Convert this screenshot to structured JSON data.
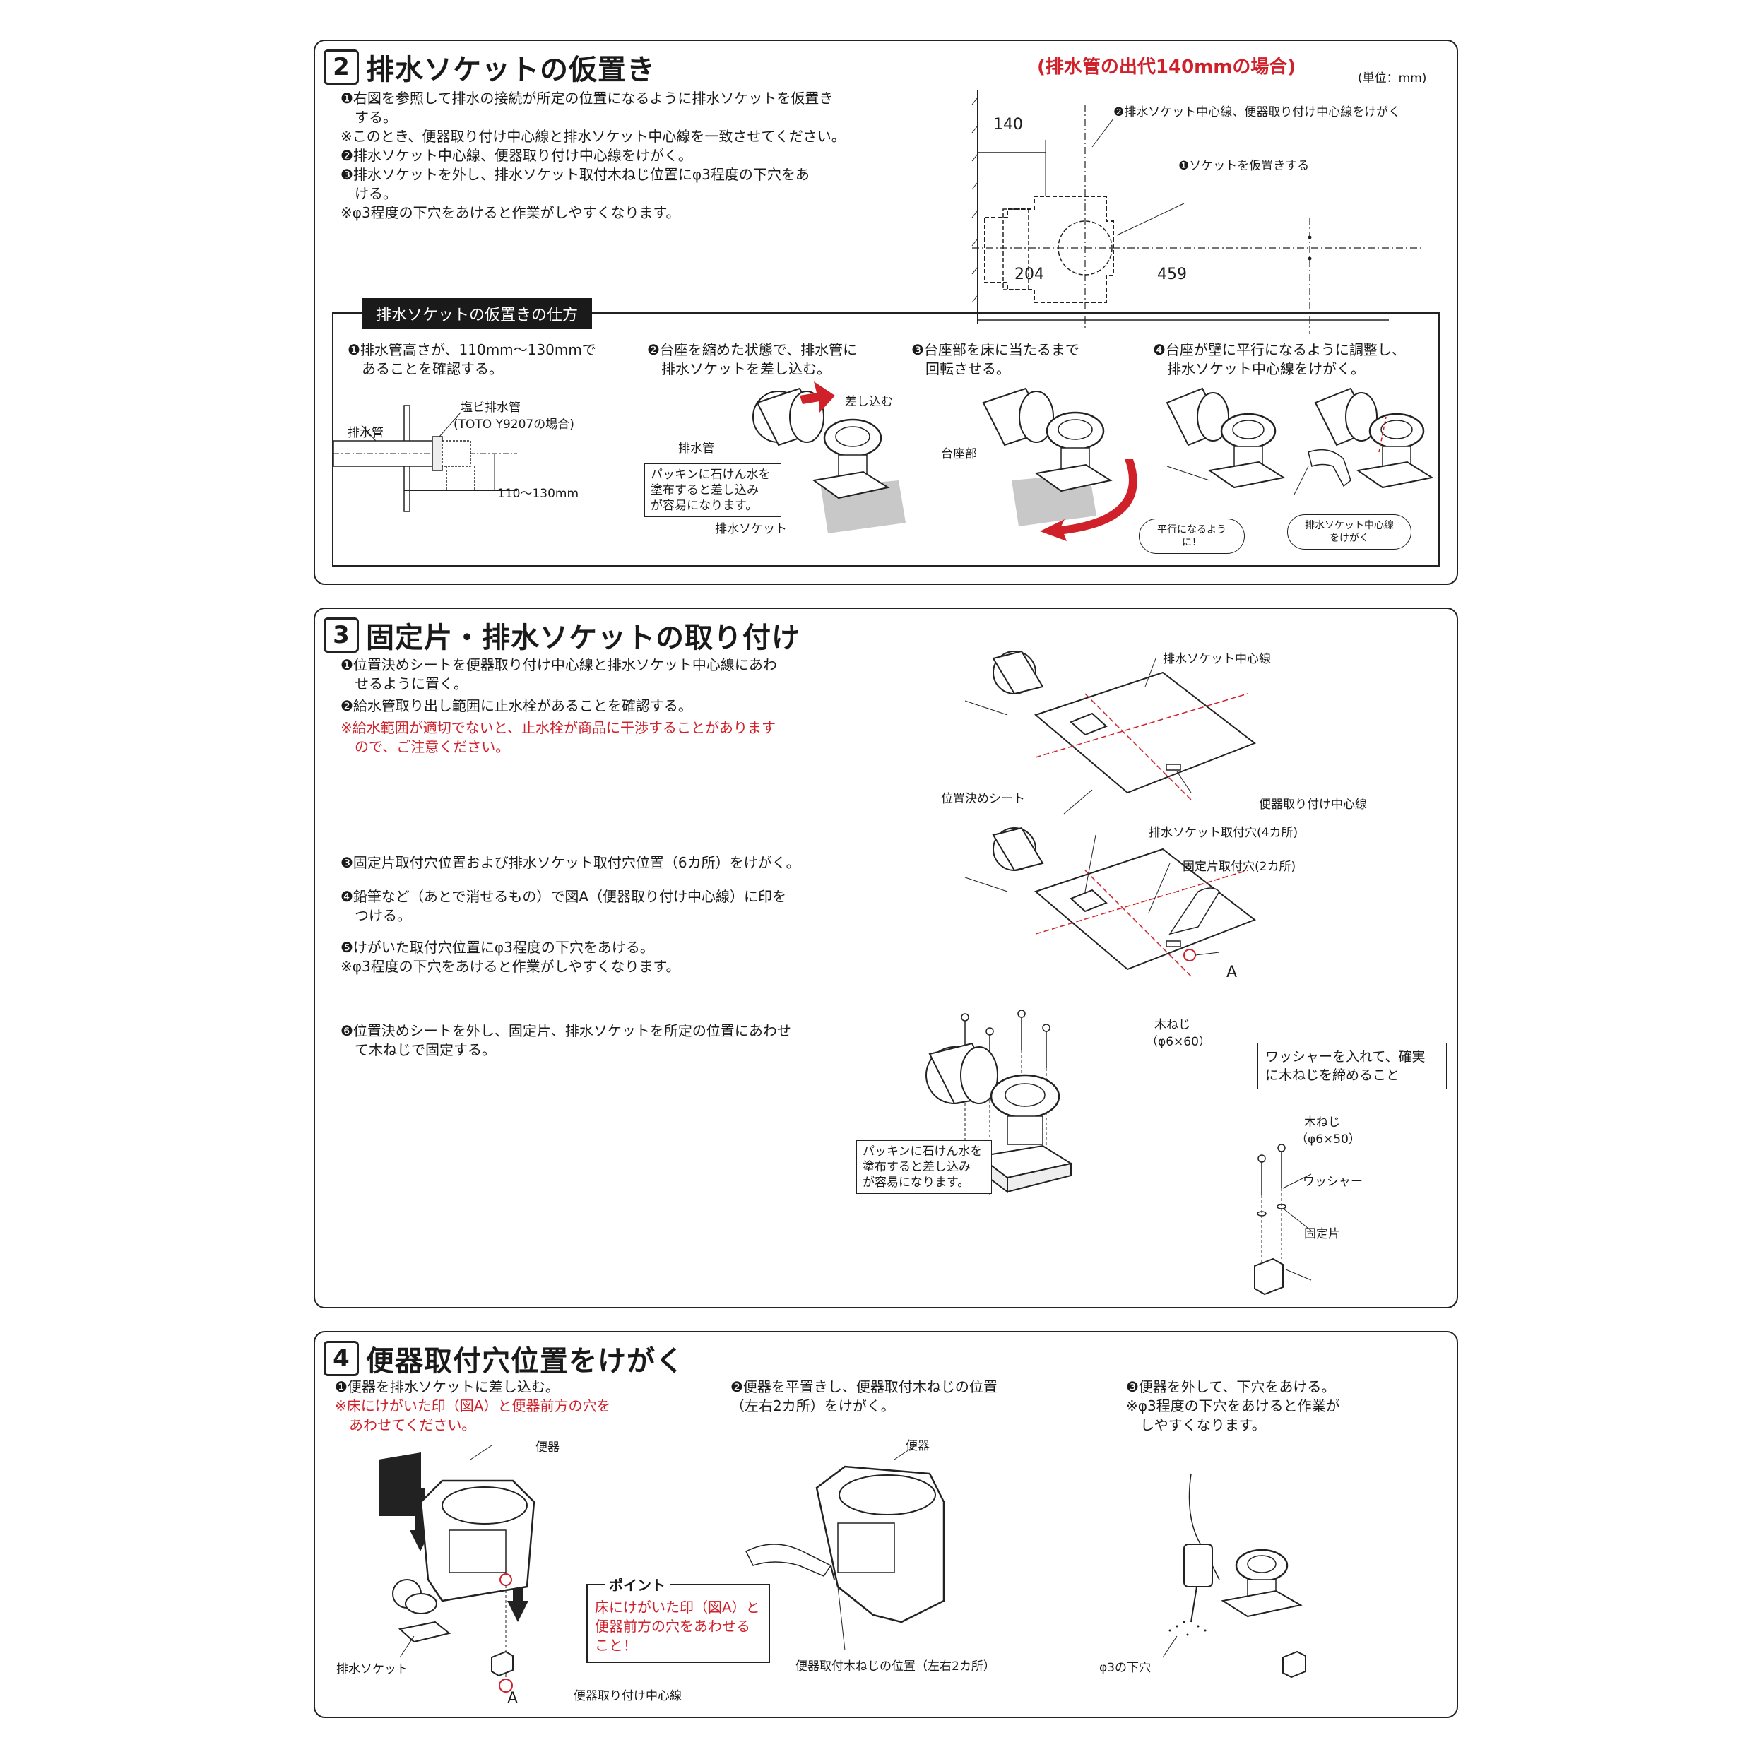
{
  "section2": {
    "number": "2",
    "title": "排水ソケットの仮置き",
    "red_title": "(排水管の出代140mmの場合)",
    "unit": "(単位：mm)",
    "steps": [
      "❶右図を参照して排水の接続が所定の位置になるように排水ソケットを仮置き",
      "　する。",
      "※このとき、便器取り付け中心線と排水ソケット中心線を一致させてください。",
      "❷排水ソケット中心線、便器取り付け中心線をけがく。",
      "❸排水ソケットを外し、排水ソケット取付木ねじ位置にφ3程度の下穴をあ",
      "　ける。",
      "※φ3程度の下穴をあけると作業がしやすくなります。"
    ],
    "diagram": {
      "dim_140": "140",
      "dim_204": "204",
      "dim_459": "459",
      "label_centerlines": "❷排水ソケット中心線、便器取り付け中心線をけがく",
      "label_place": "❶ソケットを仮置きする"
    },
    "subsection": {
      "title": "排水ソケットの仮置きの仕方",
      "step1": [
        "❶排水管高さが、110mm～130mmで",
        "　あることを確認する。"
      ],
      "step2": [
        "❷台座を縮めた状態で、排水管に",
        "　排水ソケットを差し込む。"
      ],
      "step3": [
        "❸台座部を床に当たるまで",
        "　回転させる。"
      ],
      "step4": [
        "❹台座が壁に平行になるように調整し、",
        "　排水ソケット中心線をけがく。"
      ],
      "label_pvc": "塩ビ排水管",
      "label_toto": "(TOTO Y9207の場合)",
      "label_pipe": "排水管",
      "label_height": "110～130mm",
      "label_insert": "差し込む",
      "label_pipe2": "排水管",
      "callout_soap": [
        "パッキンに石けん水を",
        "塗布すると差し込み",
        "が容易になります。"
      ],
      "label_socket": "排水ソケット",
      "label_base": "台座部",
      "bubble_parallel": "平行になるように！",
      "bubble_mark": [
        "排水ソケット中心線",
        "をけがく"
      ]
    }
  },
  "section3": {
    "number": "3",
    "title": "固定片・排水ソケットの取り付け",
    "steps_a": [
      "❶位置決めシートを便器取り付け中心線と排水ソケット中心線にあわ",
      "　せるように置く。",
      "❷給水管取り出し範囲に止水栓があることを確認する。"
    ],
    "notes_red": [
      "※給水範囲が適切でないと、止水栓が商品に干渉することがあります",
      "　ので、ご注意ください。"
    ],
    "step3": "❸固定片取付穴位置および排水ソケット取付穴位置（6カ所）をけがく。",
    "step4": [
      "❹鉛筆など（あとで消せるもの）で図A（便器取り付け中心線）に印を",
      "　つける。"
    ],
    "step5": [
      "❺けがいた取付穴位置にφ3程度の下穴をあける。",
      "※φ3程度の下穴をあけると作業がしやすくなります。"
    ],
    "step6": [
      "❻位置決めシートを外し、固定片、排水ソケットを所定の位置にあわせ",
      "　て木ねじで固定する。"
    ],
    "labels": {
      "socket_center": "排水ソケット中心線",
      "sheet": "位置決めシート",
      "toilet_center": "便器取り付け中心線",
      "socket_holes": "排水ソケット取付穴(4カ所)",
      "fix_holes": "固定片取付穴(2カ所)",
      "mark_a": "A",
      "wood_screw": "木ねじ",
      "screw_60": "（φ6×60）",
      "callout_soap": [
        "パッキンに石けん水を",
        "塗布すると差し込み",
        "が容易になります。"
      ],
      "washer_note": [
        "ワッシャーを入れて、確実",
        "に木ねじを締めること"
      ],
      "wood_screw2": "木ねじ",
      "screw_50": "（φ6×50）",
      "washer": "ワッシャー",
      "fix_piece": "固定片"
    }
  },
  "section4": {
    "number": "4",
    "title": "便器取付穴位置をけがく",
    "step1": "❶便器を排水ソケットに差し込む。",
    "step1_red": [
      "※床にけがいた印（図A）と便器前方の穴を",
      "　あわせてください。"
    ],
    "step2": [
      "❷便器を平置きし、便器取付木ねじの位置",
      "（左右2カ所）をけがく。"
    ],
    "step3": "❸便器を外して、下穴をあける。",
    "step3_note": [
      "※φ3程度の下穴をあけると作業が",
      "　しやすくなります。"
    ],
    "labels": {
      "toilet": "便器",
      "toilet2": "便器",
      "socket": "排水ソケット",
      "point": "ポイント",
      "point_text": [
        "床にけがいた印（図A）と",
        "便器前方の穴をあわせる",
        "こと！"
      ],
      "mark_a": "A",
      "center_line": "便器取り付け中心線",
      "screw_pos": "便器取付木ねじの位置（左右2カ所）",
      "hole": "φ3の下穴"
    }
  },
  "colors": {
    "accent_red": "#d0202a",
    "ink": "#1a1a1a",
    "shadow": "#bdbdbd"
  }
}
